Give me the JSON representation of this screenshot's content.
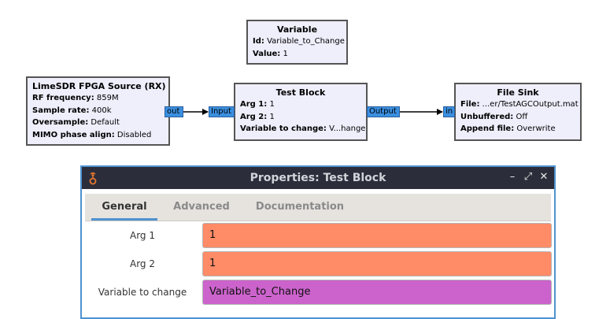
{
  "blocks": {
    "variable": {
      "title": "Variable",
      "rows": [
        {
          "key": "Id:",
          "value": " Variable_to_Change"
        },
        {
          "key": "Value:",
          "value": " 1"
        }
      ]
    },
    "limesdr": {
      "title": "LimeSDR FPGA Source (RX)",
      "rows": [
        {
          "key": "RF frequency:",
          "value": " 859M"
        },
        {
          "key": "Sample rate:",
          "value": " 400k"
        },
        {
          "key": "Oversample:",
          "value": " Default"
        },
        {
          "key": "MIMO phase align:",
          "value": " Disabled"
        }
      ],
      "port_out": "out"
    },
    "test_block": {
      "title": "Test Block",
      "rows": [
        {
          "key": "Arg 1:",
          "value": " 1"
        },
        {
          "key": "Arg 2:",
          "value": " 1"
        },
        {
          "key": "Variable to change:",
          "value": " V...hange"
        }
      ],
      "port_in": "Input",
      "port_out": "Output"
    },
    "file_sink": {
      "title": "File Sink",
      "rows": [
        {
          "key": "File:",
          "value": " ...er/TestAGCOutput.mat"
        },
        {
          "key": "Unbuffered:",
          "value": " Off"
        },
        {
          "key": "Append file:",
          "value": " Overwrite"
        }
      ],
      "port_in": "in"
    }
  },
  "dialog": {
    "title": "Properties: Test Block",
    "icon": "gnuradio-icon",
    "buttons": {
      "minimize": "–",
      "maximize": "⤢",
      "close": "✕"
    },
    "tabs": [
      {
        "label": "General",
        "active": true
      },
      {
        "label": "Advanced",
        "active": false
      },
      {
        "label": "Documentation",
        "active": false
      }
    ],
    "fields": [
      {
        "label": "Arg 1",
        "value": "1",
        "color": "#ff8b67"
      },
      {
        "label": "Arg 2",
        "value": "1",
        "color": "#ff8b67"
      },
      {
        "label": "Variable to change",
        "value": "Variable_to_Change",
        "color": "#cc63cc"
      }
    ]
  },
  "colors": {
    "block_bg": "#efeefb",
    "port": "#3a8fe0",
    "titlebar": "#2b2e3a",
    "accent": "#4f92cf"
  }
}
